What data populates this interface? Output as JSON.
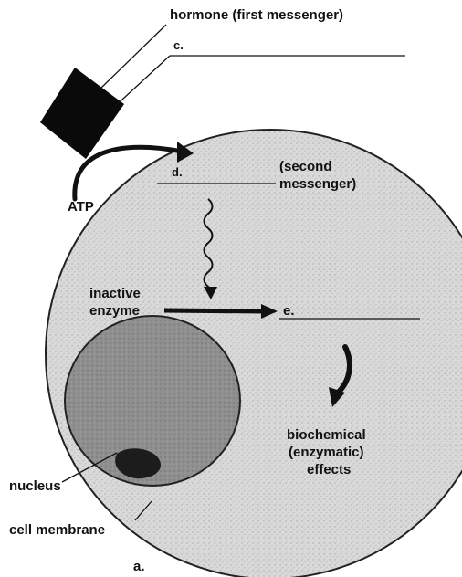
{
  "colors": {
    "cell_fill": "#d6d6d6",
    "nucleus_fill": "#8e8e8e",
    "receptor": "#0a0a0a",
    "ink": "#111111"
  },
  "labels": {
    "hormone": "hormone (first messenger)",
    "c": "c.",
    "d": "d.",
    "second_messenger_line1": "(second",
    "second_messenger_line2": "messenger)",
    "atp": "ATP",
    "inactive_line1": "inactive",
    "inactive_line2": "enzyme",
    "e": "e.",
    "effects_line1": "biochemical",
    "effects_line2": "(enzymatic)",
    "effects_line3": "effects",
    "nucleus": "nucleus",
    "cell_membrane": "cell membrane",
    "a": "a."
  }
}
